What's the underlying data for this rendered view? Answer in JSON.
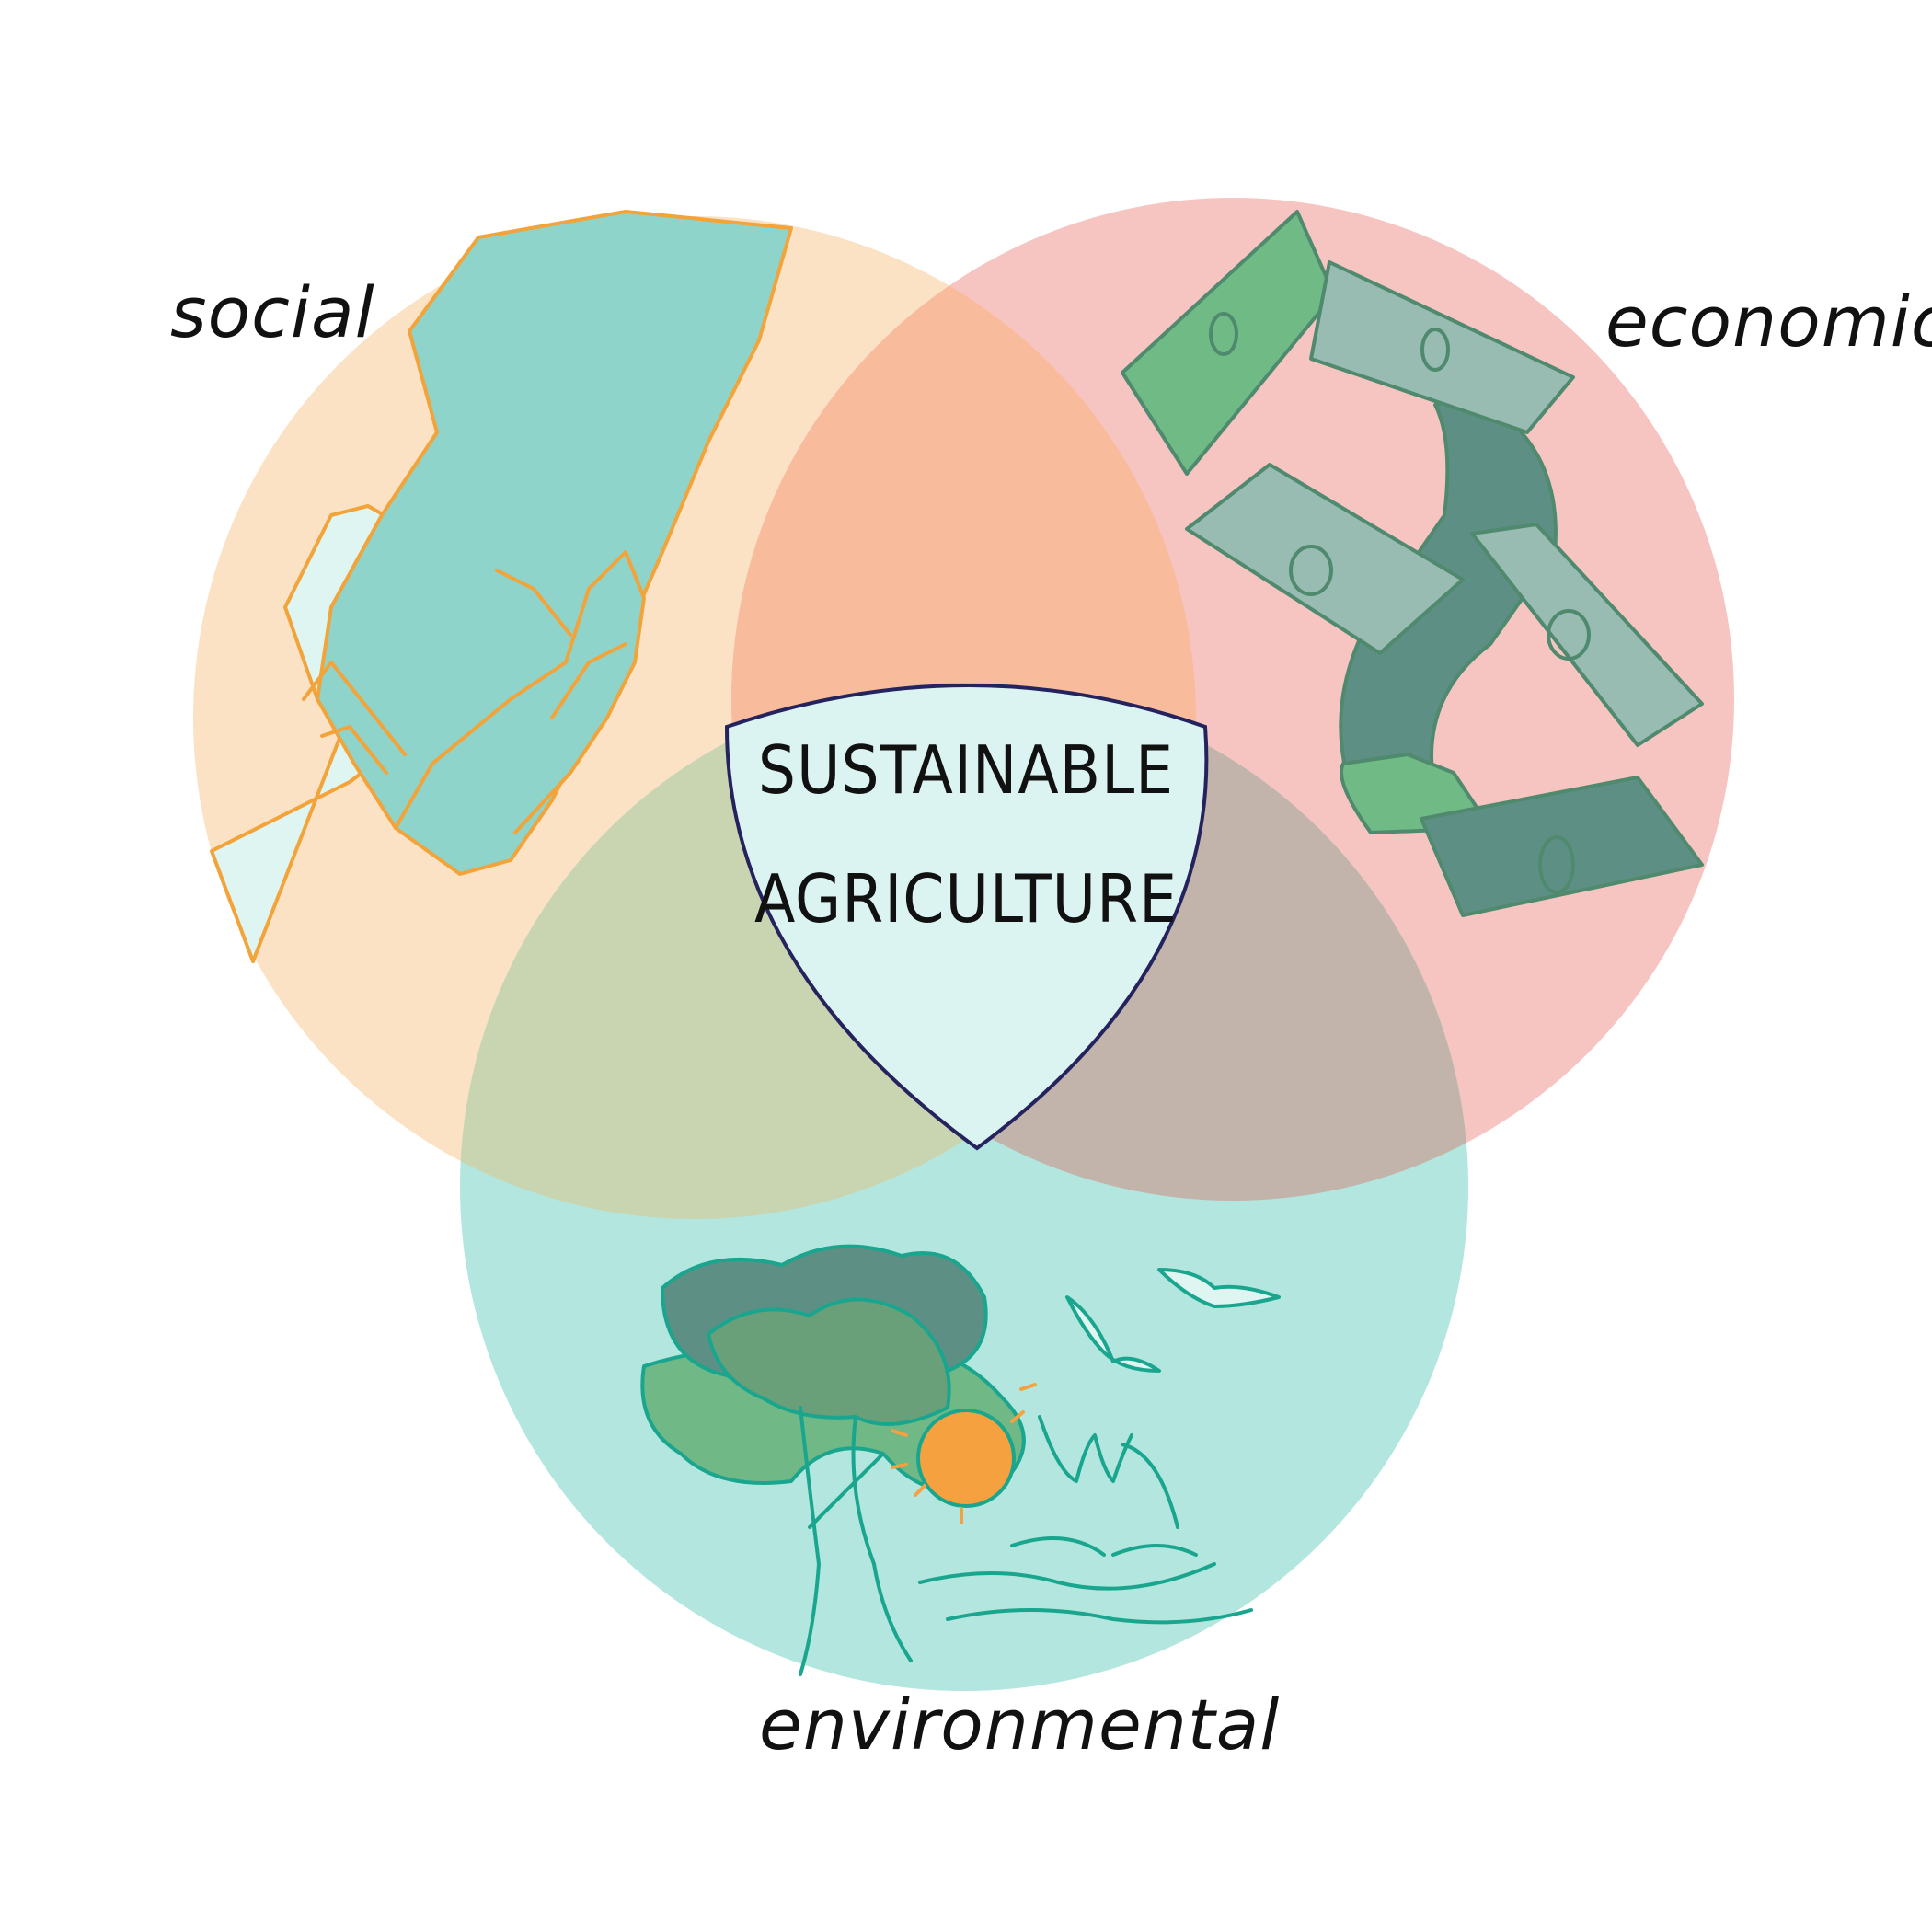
{
  "diagram": {
    "sets": [
      {
        "id": "social",
        "label": "social",
        "color": "#fbe2c4"
      },
      {
        "id": "economic",
        "label": "economic",
        "color": "#f7c5c1"
      },
      {
        "id": "environmental",
        "label": "environmental",
        "color": "#b2e6de"
      }
    ],
    "center": {
      "line1": "SUSTAINABLE",
      "line2": "AGRICULTURE",
      "fill": "#dcf4f1",
      "stroke": "#25235e"
    },
    "icons": {
      "social": "helping-hands",
      "economic": "flying-money",
      "environmental": "tree-sun-birds-wind"
    }
  }
}
